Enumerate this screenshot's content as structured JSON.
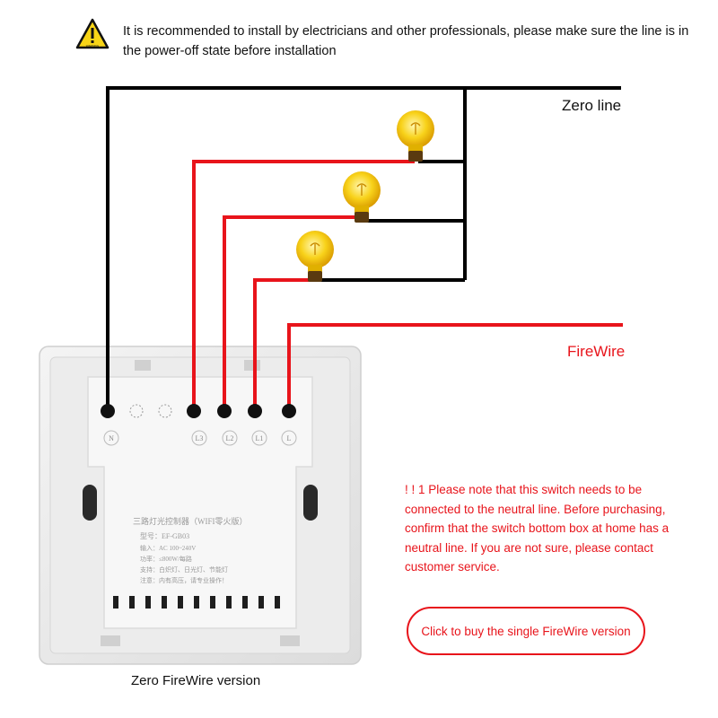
{
  "warning": {
    "icon": "warning-triangle-icon",
    "icon_text": "WARNING",
    "text": "It is recommended to install by electricians and other professionals, please make sure the line is in the power-off state before installation"
  },
  "labels": {
    "zero_line": "Zero line",
    "fire_wire": "FireWire"
  },
  "terminals": [
    "N",
    "L3",
    "L2",
    "L1",
    "L"
  ],
  "device_label": {
    "title": "三路灯光控制器（WIFI零火版）",
    "model": "型号：EF-GB03",
    "lines": [
      "输入：AC 100~240V",
      "功率：≤800W/每路",
      "支持：白炽灯、日光灯、节能灯",
      "注意：内有高压，请专业操作！"
    ]
  },
  "note": "! ! 1 Please note that this switch needs to be connected to the neutral line. Before purchasing, confirm that the switch bottom box at home has a neutral line. If you are not sure, please contact customer service.",
  "buy_button": "Click to buy the single FireWire version",
  "caption": "Zero FireWire version",
  "colors": {
    "live": "#e8141b",
    "neutral": "#000000",
    "bulb": "#f5c400"
  }
}
